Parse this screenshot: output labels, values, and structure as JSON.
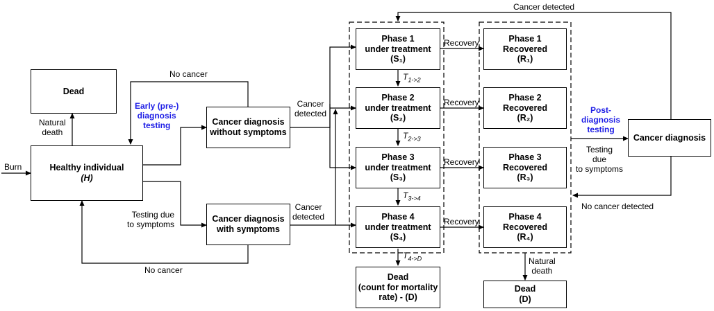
{
  "colors": {
    "testing_label": "#1f1fe6",
    "line": "#000000"
  },
  "nodes": {
    "dead_top": {
      "line1": "Dead"
    },
    "healthy": {
      "line1": "Healthy individual",
      "line2": "(H)"
    },
    "dx_no_symptoms": {
      "line1": "Cancer diagnosis",
      "line2": "without symptoms"
    },
    "dx_symptoms": {
      "line1": "Cancer diagnosis",
      "line2": "with symptoms"
    },
    "phases": [
      {
        "title": "Phase 1",
        "line2": "under treatment",
        "code": "(S₁)"
      },
      {
        "title": "Phase 2",
        "line2": "under treatment",
        "code": "(S₂)"
      },
      {
        "title": "Phase 3",
        "line2": "under treatment",
        "code": "(S₃)"
      },
      {
        "title": "Phase 4",
        "line2": "under treatment",
        "code": "(S₄)"
      }
    ],
    "recovered": [
      {
        "title": "Phase 1",
        "line2": "Recovered",
        "code": "(R₁)"
      },
      {
        "title": "Phase 2",
        "line2": "Recovered",
        "code": "(R₂)"
      },
      {
        "title": "Phase 3",
        "line2": "Recovered",
        "code": "(R₃)"
      },
      {
        "title": "Phase 4",
        "line2": "Recovered",
        "code": "(R₄)"
      }
    ],
    "dead_mortality": {
      "line1": "Dead",
      "line2": "(count for mortality",
      "line3": "rate) -  (D)"
    },
    "dead_natural": {
      "line1": "Dead",
      "line2": "(D)"
    },
    "cancer_dx_right": {
      "line1": "Cancer diagnosis"
    }
  },
  "edges": {
    "burn": "Burn",
    "natural_death_left": {
      "line1": "Natural",
      "line2": "death"
    },
    "no_cancer_top": "No cancer",
    "no_cancer_bottom": "No cancer",
    "early_testing": {
      "line1": "Early  (pre-)",
      "line2": "diagnosis",
      "line3": "testing"
    },
    "cancer_detected_1": {
      "line1": "Cancer",
      "line2": "detected"
    },
    "cancer_detected_2": {
      "line1": "Cancer",
      "line2": "detected"
    },
    "testing_symptoms_left": {
      "line1": "Testing due",
      "line2": "to symptoms"
    },
    "recovery": [
      "Recovery",
      "Recovery",
      "Recovery",
      "Recovery"
    ],
    "transitions": [
      {
        "main": "T",
        "sub": "1->2"
      },
      {
        "main": "T",
        "sub": "2->3"
      },
      {
        "main": "T",
        "sub": "3->4"
      },
      {
        "main": "T",
        "sub": "4->D"
      }
    ],
    "natural_death_right": {
      "line1": "Natural",
      "line2": "death"
    },
    "post_testing": {
      "line1": "Post-",
      "line2": "diagnosis",
      "line3": "testing"
    },
    "testing_symptoms_right": {
      "line1": "Testing",
      "line2": "due",
      "line3": "to symptoms"
    },
    "cancer_detected_top": "Cancer detected",
    "no_cancer_detected": "No cancer detected"
  }
}
